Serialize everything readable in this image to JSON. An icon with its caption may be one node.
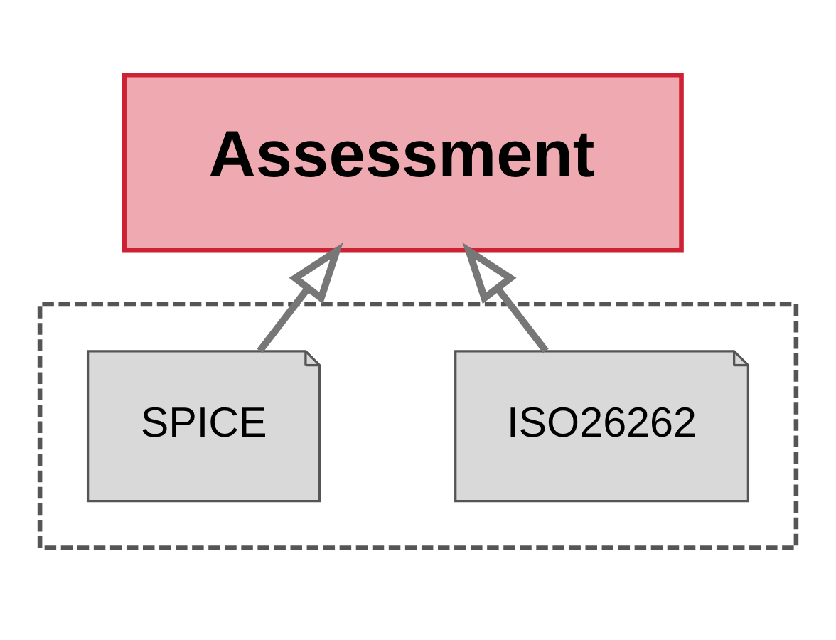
{
  "diagram": {
    "nodes": [
      {
        "text": [
          "Assessment"
        ]
      },
      {
        "text": [],
        "shape": "box"
      },
      {
        "text": [
          "SPICE"
        ],
        "in": 1
      },
      {
        "text": [
          "ISO26262"
        ],
        "in": 1
      }
    ],
    "edges": [
      {
        "from": 2,
        "to": 0,
        "arrow": "to"
      },
      {
        "from": 3,
        "to": 0,
        "arrow": "to"
      }
    ]
  }
}
